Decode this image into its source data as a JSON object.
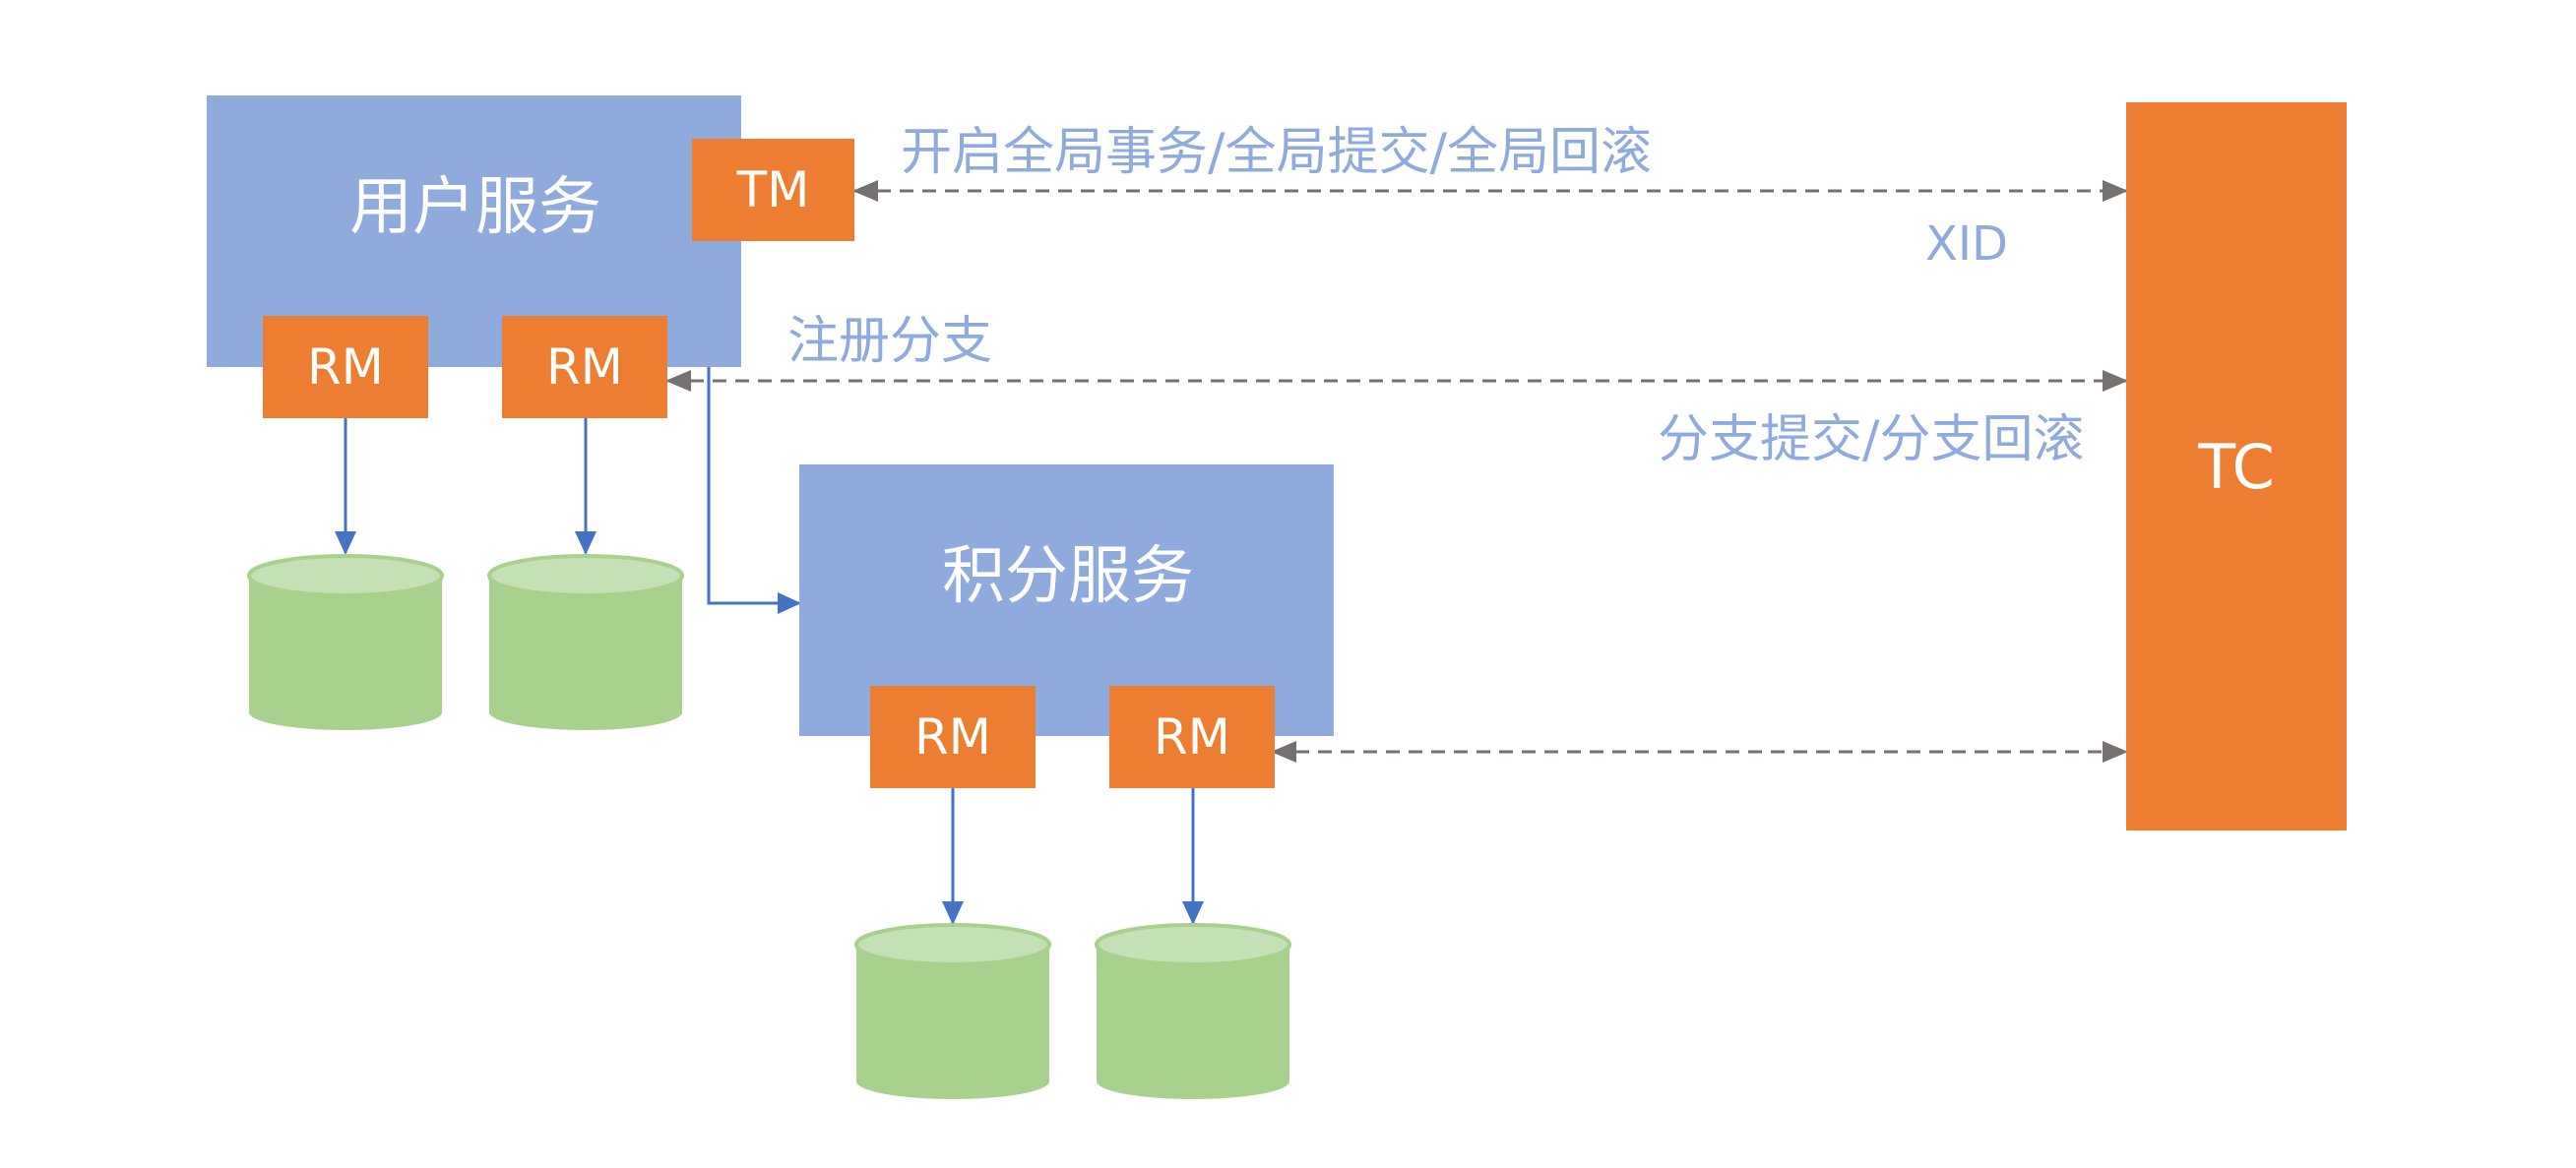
{
  "colors": {
    "service_fill": "#8faadc",
    "component_fill": "#ed7d31",
    "database_fill": "#a9d18e",
    "database_top": "#c5e0b4",
    "arrow_blue": "#4472c4",
    "arrow_gray": "#767171",
    "label_color": "#8faadc"
  },
  "services": {
    "user": "用户服务",
    "points": "积分服务"
  },
  "components": {
    "tm": "TM",
    "tc": "TC",
    "rm": "RM"
  },
  "labels": {
    "global_tx": "开启全局事务/全局提交/全局回滚",
    "xid": "XID",
    "register_branch": "注册分支",
    "branch_tx": "分支提交/分支回滚"
  },
  "icons": {
    "database": "database-cylinder-icon"
  }
}
